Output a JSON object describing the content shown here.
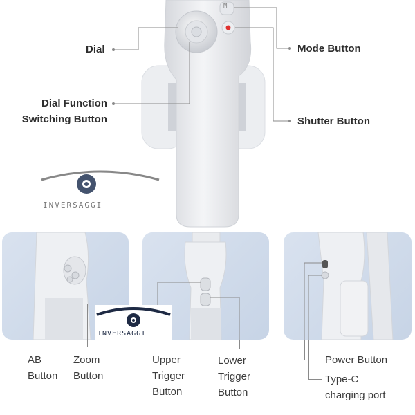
{
  "top_labels": {
    "dial": "Dial",
    "dial_function_line1": "Dial Function",
    "dial_function_line2": "Switching Button",
    "mode_button": "Mode Button",
    "shutter_button": "Shutter Button"
  },
  "bottom_labels": {
    "ab_line1": "AB",
    "ab_line2": "Button",
    "zoom_line1": "Zoom",
    "zoom_line2": "Button",
    "upper_line1": "Upper",
    "upper_line2": "Trigger",
    "upper_line3": "Button",
    "lower_line1": "Lower",
    "lower_line2": "Trigger",
    "lower_line3": "Button",
    "power_button": "Power Button",
    "typec_line1": "Type-C",
    "typec_line2": "charging port"
  },
  "watermark": {
    "text": "INVERSAGGI"
  },
  "device_marks": {
    "mode_key": "M"
  },
  "colors": {
    "panel_bg": "#cfd9e8",
    "device_white": "#eeeff2",
    "accent_red": "#e0312f",
    "leader_line": "#8a8a8a",
    "watermark_blue": "#1e2a44"
  }
}
